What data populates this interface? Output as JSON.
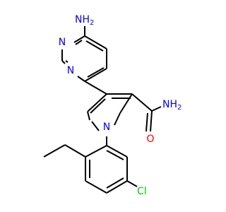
{
  "colors": {
    "carbon_bond": "#000000",
    "nitrogen": "#0000ff",
    "oxygen": "#ff0000",
    "chlorine": "#00cc00"
  },
  "labels": {
    "amine_nh2": "NH",
    "amine_nh2_sub": "2",
    "amide_nh2": "NH",
    "amide_nh2_sub": "2",
    "pyrimidine_n_top": "N",
    "pyrimidine_n_bottom": "N",
    "pyrrole_n": "N",
    "carbonyl_o": "O",
    "chloro": "Cl"
  }
}
